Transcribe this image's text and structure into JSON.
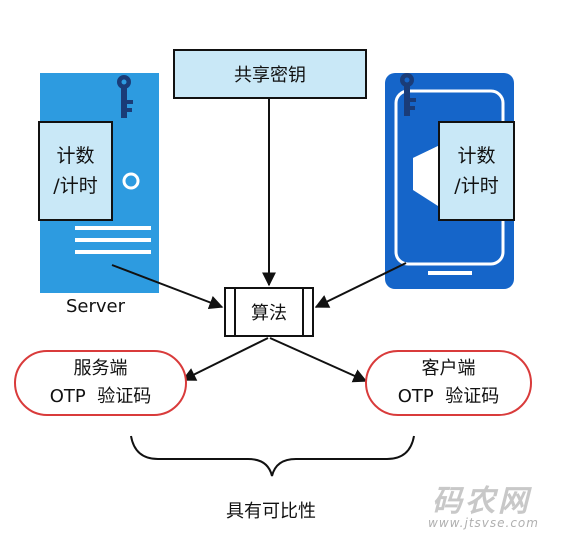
{
  "shared_key_label": "共享密钥",
  "server": {
    "counter_line1": "计数",
    "counter_line2": "/计时",
    "label": "Server"
  },
  "client": {
    "counter_line1": "计数",
    "counter_line2": "/计时"
  },
  "algorithm_label": "算法",
  "server_otp": {
    "line1": "服务端",
    "line2": "OTP  验证码"
  },
  "client_otp": {
    "line1": "客户端",
    "line2": "OTP  验证码"
  },
  "comparable_label": "具有可比性",
  "watermark": {
    "main": "码农网",
    "url": "www.jtsvse.com"
  },
  "colors": {
    "device_blue": "#2d9be0",
    "phone_blue": "#1565c9",
    "box_fill": "#c9e8f7",
    "pill_border": "#d93b3b",
    "key_navy": "#1a3c78"
  }
}
